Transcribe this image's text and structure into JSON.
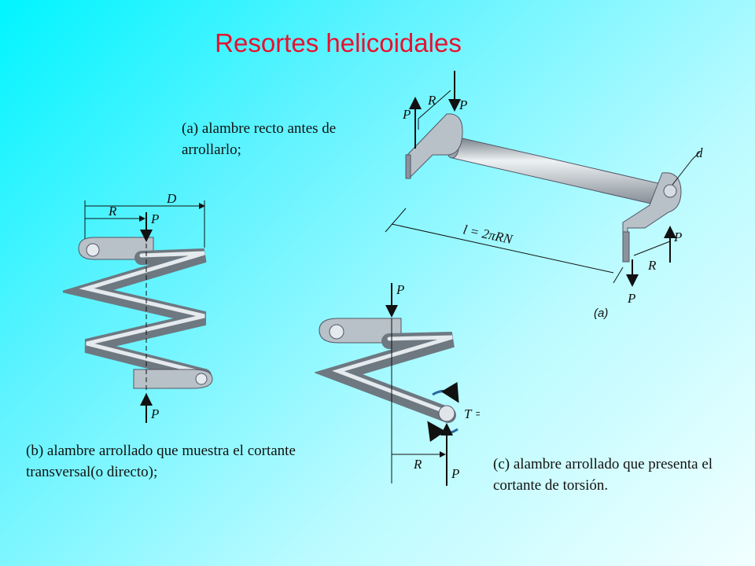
{
  "title": "Resortes helicoidales",
  "captions": {
    "a": "(a) alambre recto antes de arrollarlo;",
    "b": "(b) alambre arrollado que muestra el cortante transversal(o directo);",
    "c": "(c) alambre arrollado que presenta el cortante de torsión."
  },
  "figure_a": {
    "P_top_left": "P",
    "R": "R",
    "P_top_right": "P",
    "d": "d",
    "length": "l = 2πRN",
    "P_bottom_right": "P",
    "R_bottom": "R",
    "P_bottom": "P",
    "tag": "(a)"
  },
  "figure_b": {
    "D": "D",
    "R": "R",
    "P_top": "P",
    "P_bottom": "P"
  },
  "figure_c": {
    "P_top": "P",
    "torque": "T = PR",
    "R": "R",
    "P_bottom": "P"
  },
  "colors": {
    "title": "#e8102f",
    "wire": "#9aa6ae",
    "wire_light": "#e4eaee"
  }
}
